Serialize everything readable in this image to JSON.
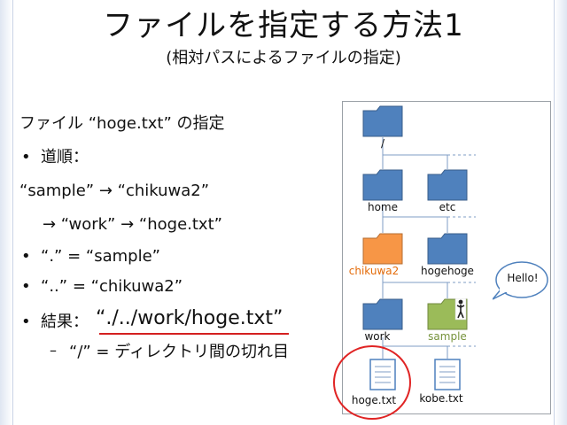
{
  "slide": {
    "title": "ファイルを指定する方法1",
    "subtitle": "(相対パスによるファイルの指定)",
    "lines": {
      "heading": "ファイル “hoge.txt” の指定",
      "route_label": "道順：",
      "route_1": "“sample” → “chikuwa2”",
      "route_2": "→ “work” → “hoge.txt”",
      "dot_single": "“.” = “sample”",
      "dot_double": "“..” = “chikuwa2”",
      "result_label": "結果：",
      "result_path": "“./../work/hoge.txt”",
      "slash_note_dash": "–",
      "slash_note": "“/” = ディレクトリ間の切れ目"
    },
    "bullet_char": "•"
  },
  "diagram": {
    "root_label": "/",
    "home_label": "home",
    "etc_label": "etc",
    "chikuwa2_label": "chikuwa2",
    "hogehoge_label": "hogehoge",
    "work_label": "work",
    "sample_label": "sample",
    "hoge_txt_label": "hoge.txt",
    "kobe_txt_label": "kobe.txt",
    "callout": "Hello!",
    "colors": {
      "folder_blue": "#4f81bd",
      "folder_orange": "#f79646",
      "folder_green": "#9bbb59",
      "orange_text": "#e46c0a",
      "green_text": "#77933c",
      "highlight_red": "#e02424"
    }
  }
}
